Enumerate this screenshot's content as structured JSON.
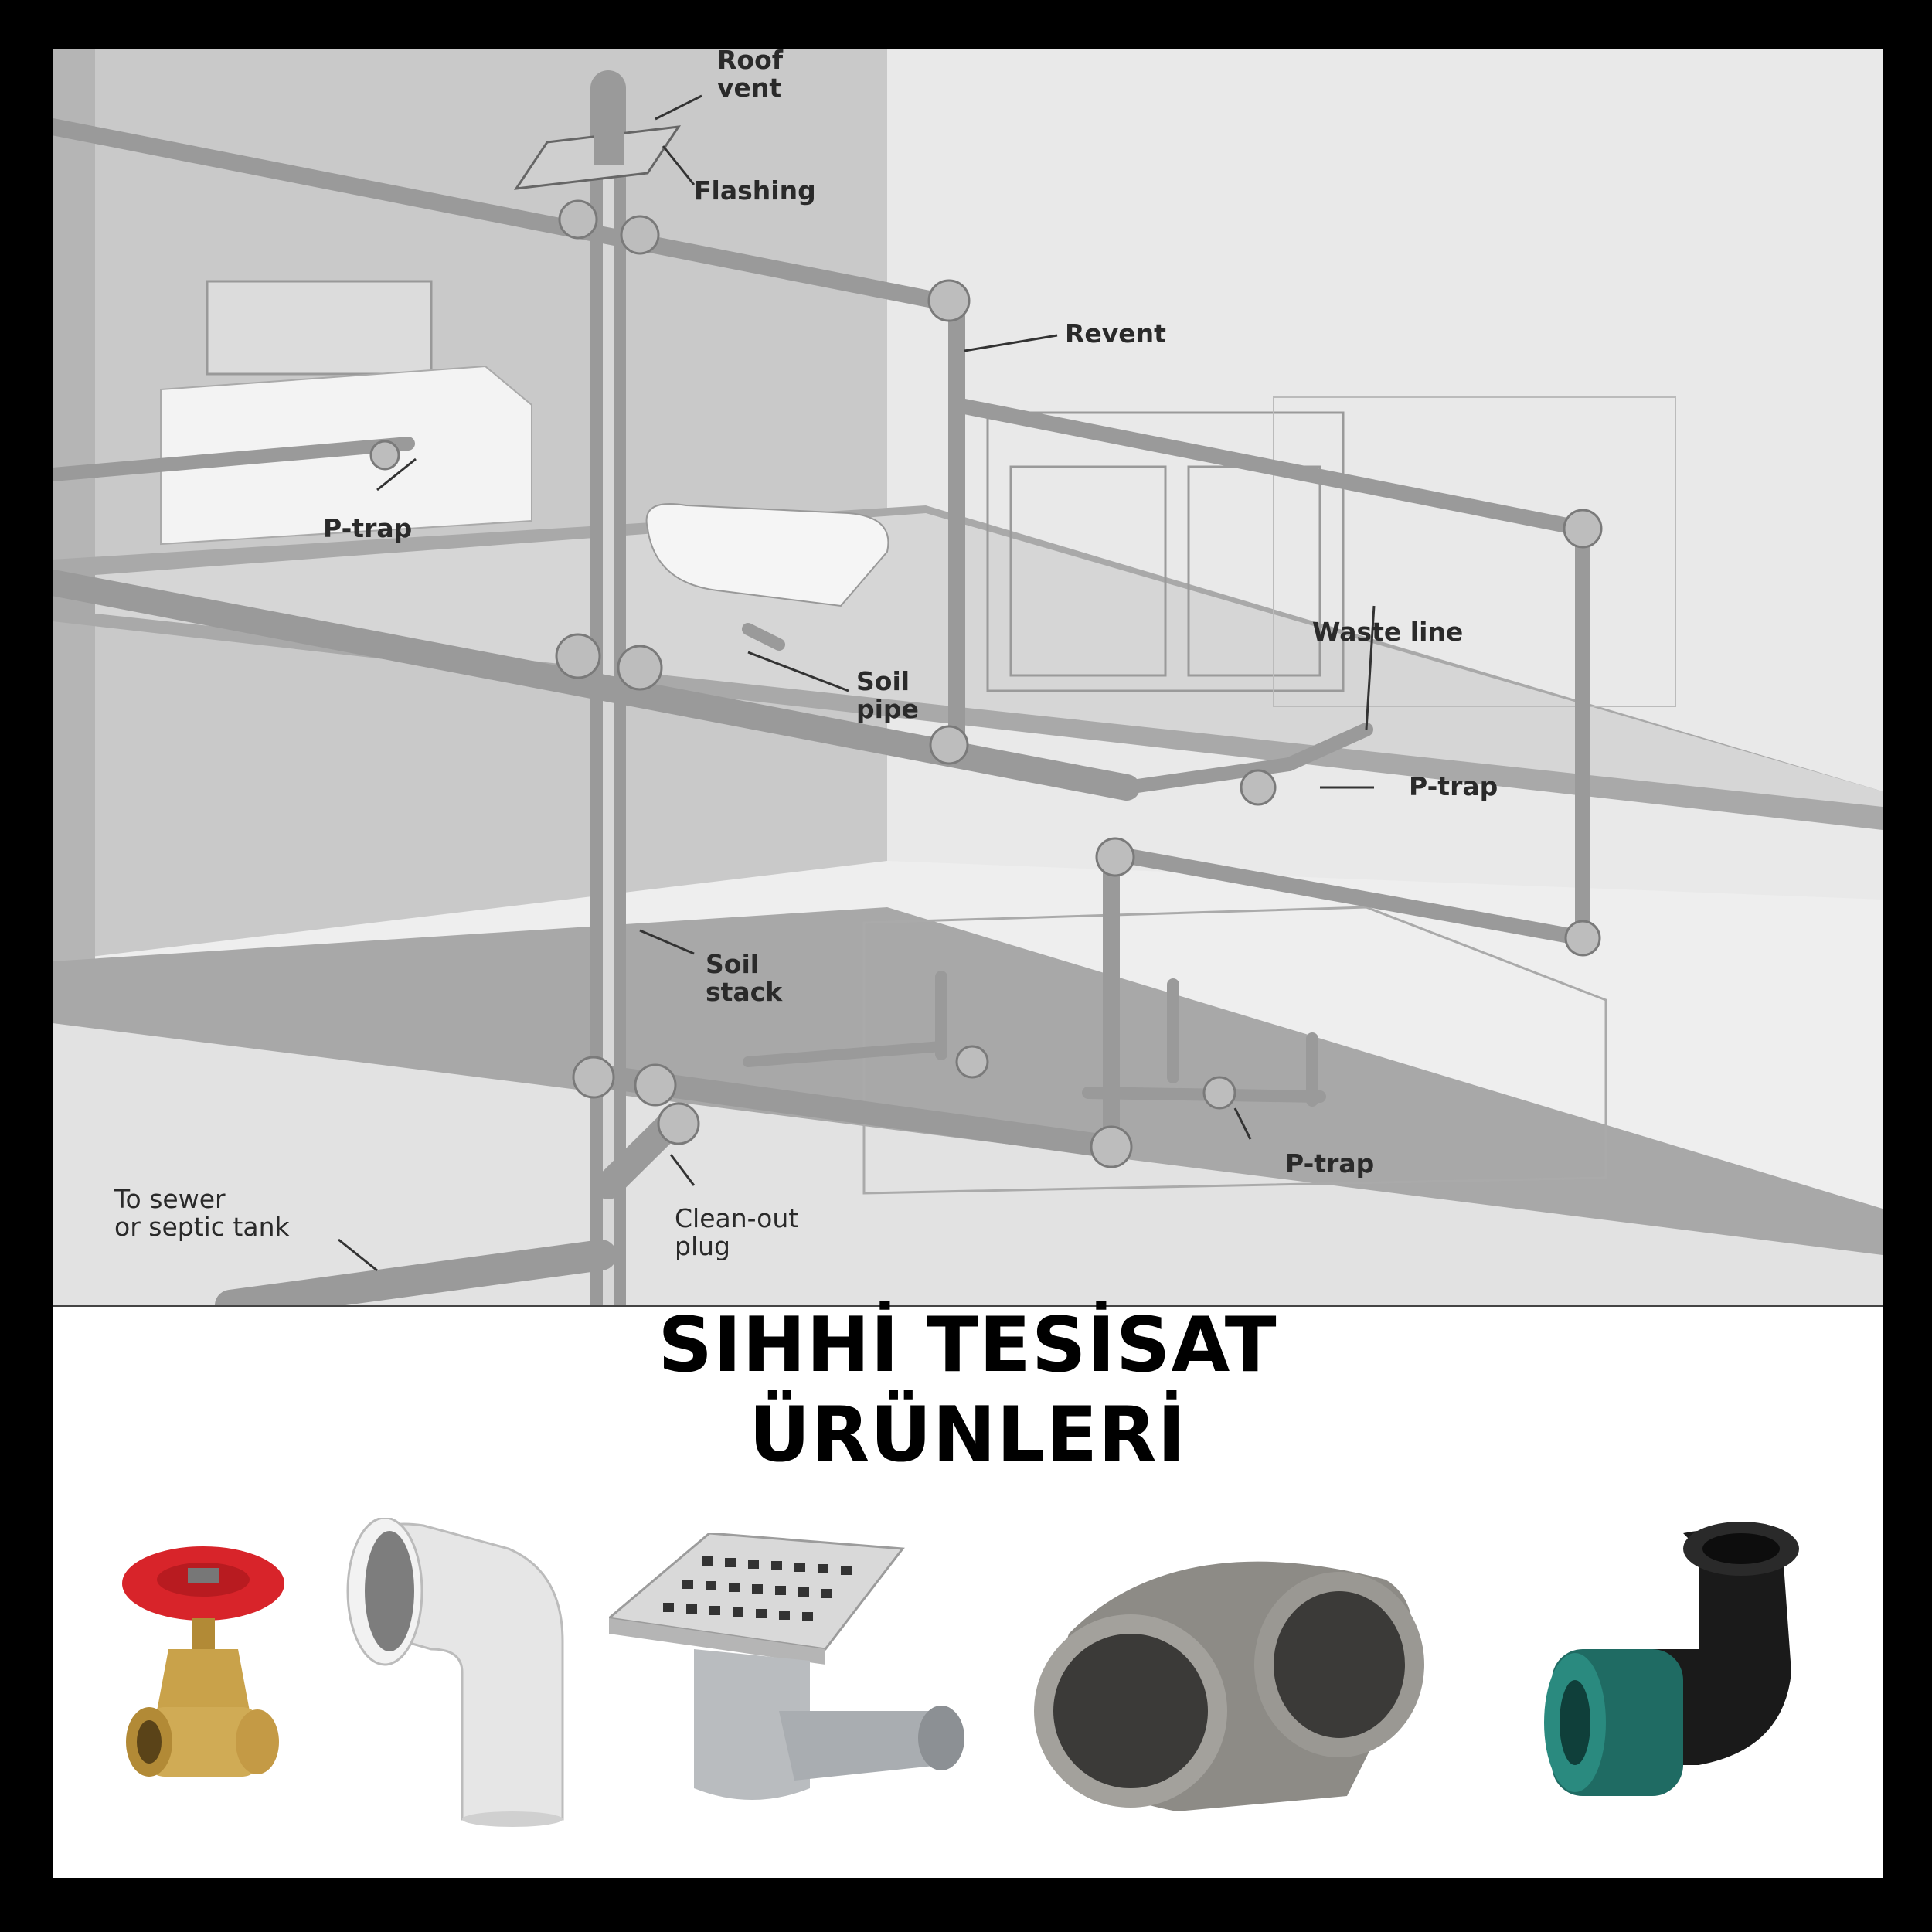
{
  "diagram": {
    "labels": {
      "roof_vent": "Roof\nvent",
      "flashing": "Flashing",
      "revent": "Revent",
      "p_trap_upper": "P-trap",
      "soil_pipe": "Soil\npipe",
      "waste_line": "Waste line",
      "p_trap_right": "P-trap",
      "soil_stack": "Soil\nstack",
      "p_trap_lower": "P-trap",
      "to_sewer": "To sewer\nor septic tank",
      "clean_out": "Clean-out\nplug"
    }
  },
  "heading": {
    "line1": "SIHHİ TESİSAT",
    "line2": "ÜRÜNLERİ"
  },
  "products": [
    {
      "name": "gate-valve",
      "colors": {
        "handle": "#d8242a",
        "body": "#c9a24a"
      }
    },
    {
      "name": "pvc-elbow",
      "colors": {
        "body": "#e6e6e6"
      }
    },
    {
      "name": "floor-drain",
      "colors": {
        "grate": "#d9d9d9",
        "body": "#b9bcbf"
      }
    },
    {
      "name": "cast-iron-elbow",
      "colors": {
        "body": "#8d8b86"
      }
    },
    {
      "name": "compression-elbow",
      "colors": {
        "nut": "#1f6b63",
        "body": "#1a1a1a"
      }
    }
  ]
}
